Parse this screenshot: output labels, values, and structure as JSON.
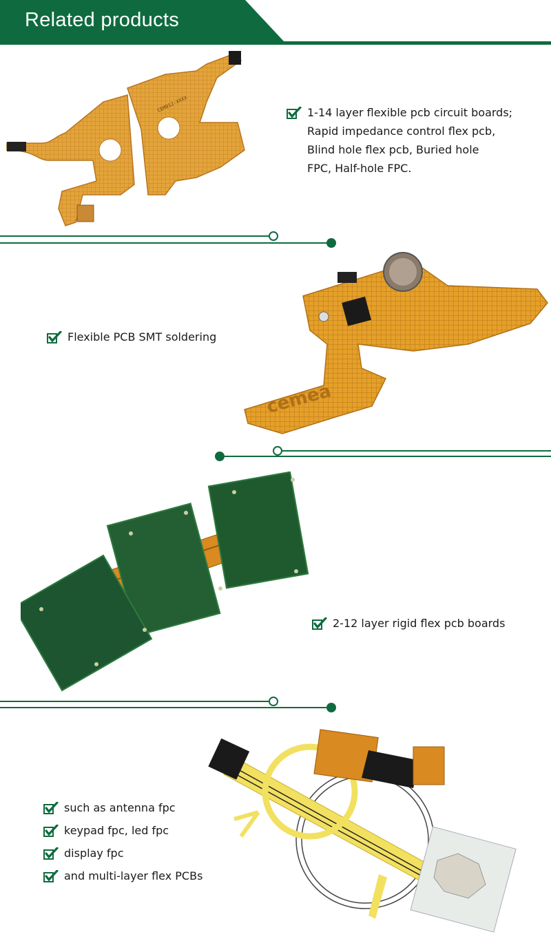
{
  "header": {
    "title": "Related products"
  },
  "product1": {
    "lines": [
      "1-14 layer flexible pcb circuit boards;",
      "Rapid impedance control flex pcb,",
      "Blind hole flex pcb, Buried hole",
      "FPC, Half-hole FPC."
    ],
    "image_label": "CEM012-XXXX"
  },
  "product2": {
    "text": "Flexible PCB SMT soldering",
    "image_label": "cemea"
  },
  "product3": {
    "text": "2-12 layer rigid flex pcb boards"
  },
  "product4": {
    "items": [
      "such as antenna fpc",
      "keypad fpc, led fpc",
      "display fpc",
      "and multi-layer flex PCBs"
    ]
  },
  "colors": {
    "accent": "#0f6b3f",
    "flex": "#e0a030",
    "board": "#1f5a2f"
  },
  "icons": {
    "check": "check-icon"
  }
}
